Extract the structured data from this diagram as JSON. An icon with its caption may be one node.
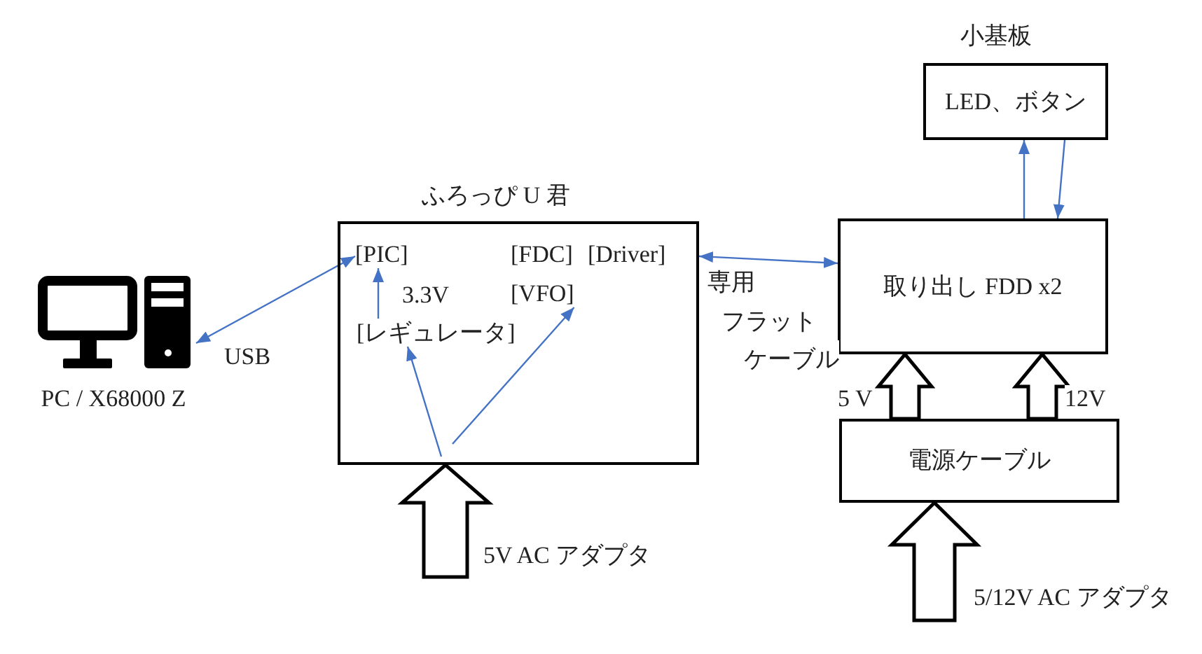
{
  "diagram": {
    "nodes": [
      {
        "text": [
          "PC / X68000 Z"
        ]
      },
      {
        "text": [
          "ふろっぴ U 君"
        ]
      },
      {
        "text": [
          "[PIC]"
        ],
        "in": 1
      },
      {
        "text": [
          "[FDC]"
        ],
        "in": 1
      },
      {
        "text": [
          "[Driver]"
        ],
        "in": 1
      },
      {
        "text": [
          "[VFO]"
        ],
        "in": 1
      },
      {
        "text": [
          "[レギュレータ]"
        ],
        "in": 1
      },
      {
        "text": [
          "小基板",
          "LED、ボタン"
        ]
      },
      {
        "text": [
          "取り出し FDD x2"
        ]
      },
      {
        "text": [
          "電源ケーブル"
        ]
      }
    ],
    "edges": [
      {
        "from": 0,
        "to": 2,
        "arrow": "both",
        "label": "USB"
      },
      {
        "from": 6,
        "to": 2,
        "arrow": "to",
        "label": "3.3V"
      },
      {
        "from": null,
        "to": 6,
        "arrow": "to"
      },
      {
        "from": null,
        "to": 5,
        "arrow": "to"
      },
      {
        "from": 1,
        "to": 8,
        "arrow": "both",
        "label": "専用フラットケーブル"
      },
      {
        "from": 8,
        "to": 7,
        "arrow": "to"
      },
      {
        "from": 7,
        "to": 8,
        "arrow": "to"
      },
      {
        "from": null,
        "to": 1,
        "arrow": "to",
        "label": "5V AC アダプタ",
        "style": "thick",
        "color": "#000000"
      },
      {
        "from": 9,
        "to": 8,
        "arrow": "to",
        "label": "5 V",
        "style": "thick",
        "color": "#000000"
      },
      {
        "from": 9,
        "to": 8,
        "arrow": "to",
        "label": "12V",
        "style": "thick",
        "color": "#000000"
      },
      {
        "from": null,
        "to": 9,
        "arrow": "to",
        "label": "5/12V AC アダプタ",
        "style": "thick",
        "color": "#000000"
      }
    ]
  }
}
